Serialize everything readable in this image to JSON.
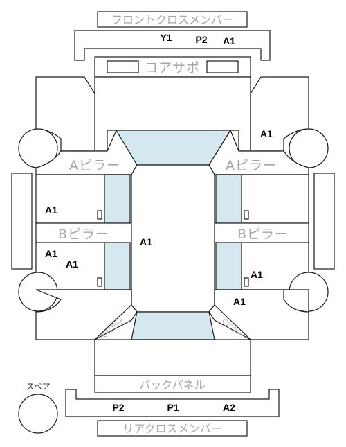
{
  "parts": {
    "front_cross_member": "フロントクロスメンバー",
    "core_support": "コアサポ",
    "a_pillar_left": "Aピラー",
    "a_pillar_right": "Aピラー",
    "b_pillar_left": "Bピラー",
    "b_pillar_right": "Bピラー",
    "back_panel": "バックパネル",
    "rear_cross_member": "リアクロスメンバー",
    "spare": "スペア",
    "c_pillar_left": "Cピラー",
    "c_pillar_right": "Cピラー"
  },
  "codes": {
    "front_y1": "Y1",
    "front_p2": "P2",
    "front_a1": "A1",
    "right_fender_a1": "A1",
    "left_side_upper_a1": "A1",
    "roof_a1": "A1",
    "left_side_lower_a1": "A1",
    "left_door_rear_a1": "A1",
    "right_side_lower_a1": "A1",
    "right_quarter_a1": "A1",
    "rear_p2": "P2",
    "rear_p1": "P1",
    "rear_a2": "A2"
  }
}
